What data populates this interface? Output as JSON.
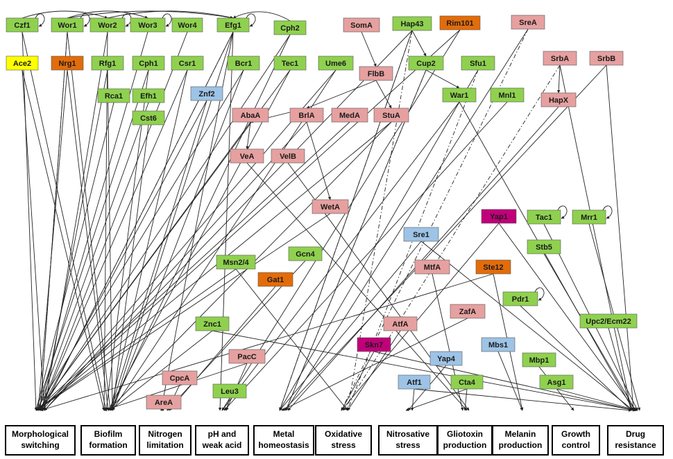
{
  "colors": {
    "green": "#8fd14f",
    "pink": "#e6a0a0",
    "blue": "#9dc3e6",
    "orange": "#e36c0a",
    "magenta": "#c0007a",
    "yellow": "#ffff00",
    "edge": "#222222"
  },
  "outputs": [
    {
      "id": "morph",
      "lines": [
        "Morphological",
        "switching"
      ]
    },
    {
      "id": "biofilm",
      "lines": [
        "Biofilm",
        "formation"
      ]
    },
    {
      "id": "nitrogen",
      "lines": [
        "Nitrogen",
        "limitation"
      ]
    },
    {
      "id": "ph",
      "lines": [
        "pH and",
        "weak acid"
      ]
    },
    {
      "id": "metal",
      "lines": [
        "Metal",
        "homeostasis"
      ]
    },
    {
      "id": "oxid",
      "lines": [
        "Oxidative",
        "stress"
      ]
    },
    {
      "id": "nitros",
      "lines": [
        "Nitrosative",
        "stress"
      ]
    },
    {
      "id": "glio",
      "lines": [
        "Gliotoxin",
        "production"
      ]
    },
    {
      "id": "melanin",
      "lines": [
        "Melanin",
        "production"
      ]
    },
    {
      "id": "growth",
      "lines": [
        "Growth",
        "control"
      ]
    },
    {
      "id": "drug",
      "lines": [
        "Drug",
        "resistance"
      ]
    }
  ],
  "nodes": [
    {
      "id": "Czf1",
      "label": "Czf1",
      "color": "green"
    },
    {
      "id": "Wor1",
      "label": "Wor1",
      "color": "green"
    },
    {
      "id": "Wor2",
      "label": "Wor2",
      "color": "green"
    },
    {
      "id": "Wor3",
      "label": "Wor3",
      "color": "green"
    },
    {
      "id": "Wor4",
      "label": "Wor4",
      "color": "green"
    },
    {
      "id": "Efg1",
      "label": "Efg1",
      "color": "green"
    },
    {
      "id": "Cph2",
      "label": "Cph2",
      "color": "green"
    },
    {
      "id": "Ace2",
      "label": "Ace2",
      "color": "yellow"
    },
    {
      "id": "Nrg1",
      "label": "Nrg1",
      "color": "orange"
    },
    {
      "id": "Rfg1",
      "label": "Rfg1",
      "color": "green"
    },
    {
      "id": "Cph1",
      "label": "Cph1",
      "color": "green"
    },
    {
      "id": "Csr1",
      "label": "Csr1",
      "color": "green"
    },
    {
      "id": "Bcr1",
      "label": "Bcr1",
      "color": "green"
    },
    {
      "id": "Tec1",
      "label": "Tec1",
      "color": "green"
    },
    {
      "id": "Ume6",
      "label": "Ume6",
      "color": "green"
    },
    {
      "id": "Rca1",
      "label": "Rca1",
      "color": "green"
    },
    {
      "id": "Efh1",
      "label": "Efh1",
      "color": "green"
    },
    {
      "id": "Znf2",
      "label": "Znf2",
      "color": "blue"
    },
    {
      "id": "Cst6",
      "label": "Cst6",
      "color": "green"
    },
    {
      "id": "SomA",
      "label": "SomA",
      "color": "pink"
    },
    {
      "id": "Hap43",
      "label": "Hap43",
      "color": "green"
    },
    {
      "id": "Rim101",
      "label": "Rim101",
      "color": "orange"
    },
    {
      "id": "SreA",
      "label": "SreA",
      "color": "pink"
    },
    {
      "id": "FlbB",
      "label": "FlbB",
      "color": "pink"
    },
    {
      "id": "Cup2",
      "label": "Cup2",
      "color": "green"
    },
    {
      "id": "Sfu1",
      "label": "Sfu1",
      "color": "green"
    },
    {
      "id": "SrbA",
      "label": "SrbA",
      "color": "pink"
    },
    {
      "id": "SrbB",
      "label": "SrbB",
      "color": "pink"
    },
    {
      "id": "War1",
      "label": "War1",
      "color": "green"
    },
    {
      "id": "Mnl1",
      "label": "Mnl1",
      "color": "green"
    },
    {
      "id": "HapX",
      "label": "HapX",
      "color": "pink"
    },
    {
      "id": "AbaA",
      "label": "AbaA",
      "color": "pink"
    },
    {
      "id": "BrlA",
      "label": "BrlA",
      "color": "pink"
    },
    {
      "id": "MedA",
      "label": "MedA",
      "color": "pink"
    },
    {
      "id": "StuA",
      "label": "StuA",
      "color": "pink"
    },
    {
      "id": "VeA",
      "label": "VeA",
      "color": "pink"
    },
    {
      "id": "VelB",
      "label": "VelB",
      "color": "pink"
    },
    {
      "id": "WetA",
      "label": "WetA",
      "color": "pink"
    },
    {
      "id": "Yap1",
      "label": "Yap1",
      "color": "magenta"
    },
    {
      "id": "Tac1",
      "label": "Tac1",
      "color": "green"
    },
    {
      "id": "Mrr1",
      "label": "Mrr1",
      "color": "green"
    },
    {
      "id": "Sre1",
      "label": "Sre1",
      "color": "blue"
    },
    {
      "id": "Stb5",
      "label": "Stb5",
      "color": "green"
    },
    {
      "id": "Gcn4",
      "label": "Gcn4",
      "color": "green"
    },
    {
      "id": "Msn24",
      "label": "Msn2/4",
      "color": "green"
    },
    {
      "id": "MtfA",
      "label": "MtfA",
      "color": "pink"
    },
    {
      "id": "Ste12",
      "label": "Ste12",
      "color": "orange"
    },
    {
      "id": "Gat1",
      "label": "Gat1",
      "color": "orange"
    },
    {
      "id": "Pdr1",
      "label": "Pdr1",
      "color": "green"
    },
    {
      "id": "ZafA",
      "label": "ZafA",
      "color": "pink"
    },
    {
      "id": "Znc1",
      "label": "Znc1",
      "color": "green"
    },
    {
      "id": "AtfA",
      "label": "AtfA",
      "color": "pink"
    },
    {
      "id": "Upc2",
      "label": "Upc2/Ecm22",
      "color": "green"
    },
    {
      "id": "Skn7",
      "label": "Skn7",
      "color": "magenta"
    },
    {
      "id": "Mbs1",
      "label": "Mbs1",
      "color": "blue"
    },
    {
      "id": "PacC",
      "label": "PacC",
      "color": "pink"
    },
    {
      "id": "Mbp1",
      "label": "Mbp1",
      "color": "green"
    },
    {
      "id": "Yap4",
      "label": "Yap4",
      "color": "blue"
    },
    {
      "id": "CpcA",
      "label": "CpcA",
      "color": "pink"
    },
    {
      "id": "Atf1",
      "label": "Atf1",
      "color": "blue"
    },
    {
      "id": "Cta4",
      "label": "Cta4",
      "color": "green"
    },
    {
      "id": "Asg1",
      "label": "Asg1",
      "color": "green"
    },
    {
      "id": "Leu3",
      "label": "Leu3",
      "color": "green"
    },
    {
      "id": "AreA",
      "label": "AreA",
      "color": "pink"
    }
  ],
  "edges": [
    [
      "Czf1",
      "morph"
    ],
    [
      "Czf1",
      "biofilm"
    ],
    [
      "Wor1",
      "morph"
    ],
    [
      "Wor1",
      "biofilm"
    ],
    [
      "Wor2",
      "morph"
    ],
    [
      "Wor2",
      "biofilm"
    ],
    [
      "Wor3",
      "morph"
    ],
    [
      "Wor4",
      "morph"
    ],
    [
      "Efg1",
      "morph"
    ],
    [
      "Efg1",
      "biofilm"
    ],
    [
      "Efg1",
      "nitrogen"
    ],
    [
      "Efg1",
      "ph"
    ],
    [
      "Cph2",
      "morph"
    ],
    [
      "Cph2",
      "biofilm"
    ],
    [
      "Ace2",
      "morph"
    ],
    [
      "Ace2",
      "biofilm"
    ],
    [
      "Nrg1",
      "morph"
    ],
    [
      "Nrg1",
      "biofilm"
    ],
    [
      "Rfg1",
      "morph"
    ],
    [
      "Rfg1",
      "biofilm"
    ],
    [
      "Cph1",
      "morph"
    ],
    [
      "Cph1",
      "biofilm"
    ],
    [
      "Csr1",
      "morph"
    ],
    [
      "Csr1",
      "biofilm"
    ],
    [
      "Bcr1",
      "biofilm"
    ],
    [
      "Bcr1",
      "morph"
    ],
    [
      "Tec1",
      "morph"
    ],
    [
      "Tec1",
      "biofilm"
    ],
    [
      "Ume6",
      "morph"
    ],
    [
      "Ume6",
      "biofilm"
    ],
    [
      "Rca1",
      "morph"
    ],
    [
      "Efh1",
      "morph"
    ],
    [
      "Znf2",
      "morph"
    ],
    [
      "Znf2",
      "biofilm"
    ],
    [
      "Cst6",
      "biofilm"
    ],
    [
      "SomA",
      "FlbB"
    ],
    [
      "FlbB",
      "StuA"
    ],
    [
      "FlbB",
      "BrlA"
    ],
    [
      "Hap43",
      "Cup2"
    ],
    [
      "Hap43",
      "morph"
    ],
    [
      "Hap43",
      "metal"
    ],
    [
      "Rim101",
      "morph"
    ],
    [
      "Rim101",
      "ph"
    ],
    [
      "SreA",
      "metal"
    ],
    [
      "SrbA",
      "HapX"
    ],
    [
      "SrbA",
      "drug"
    ],
    [
      "SrbB",
      "drug"
    ],
    [
      "SrbB",
      "metal"
    ],
    [
      "Cup2",
      "metal"
    ],
    [
      "Cup2",
      "War1"
    ],
    [
      "Sfu1",
      "metal"
    ],
    [
      "War1",
      "drug"
    ],
    [
      "War1",
      "ph"
    ],
    [
      "Mnl1",
      "ph"
    ],
    [
      "HapX",
      "metal"
    ],
    [
      "AbaA",
      "VeA"
    ],
    [
      "AbaA",
      "morph"
    ],
    [
      "BrlA",
      "AbaA"
    ],
    [
      "BrlA",
      "WetA"
    ],
    [
      "BrlA",
      "morph"
    ],
    [
      "MedA",
      "morph"
    ],
    [
      "StuA",
      "morph"
    ],
    [
      "StuA",
      "biofilm"
    ],
    [
      "VeA",
      "glio"
    ],
    [
      "VelB",
      "glio"
    ],
    [
      "WetA",
      "morph"
    ],
    [
      "Yap1",
      "oxid"
    ],
    [
      "Yap1",
      "drug"
    ],
    [
      "Tac1",
      "drug"
    ],
    [
      "Mrr1",
      "drug"
    ],
    [
      "Sre1",
      "metal"
    ],
    [
      "Sre1",
      "drug"
    ],
    [
      "Stb5",
      "drug"
    ],
    [
      "Gcn4",
      "nitrogen"
    ],
    [
      "Msn24",
      "oxid"
    ],
    [
      "Msn24",
      "morph"
    ],
    [
      "MtfA",
      "glio"
    ],
    [
      "Ste12",
      "morph"
    ],
    [
      "Ste12",
      "melanin"
    ],
    [
      "Gat1",
      "nitrogen"
    ],
    [
      "Pdr1",
      "drug"
    ],
    [
      "ZafA",
      "metal"
    ],
    [
      "Znc1",
      "drug"
    ],
    [
      "Znc1",
      "biofilm"
    ],
    [
      "AtfA",
      "oxid"
    ],
    [
      "Upc2",
      "drug"
    ],
    [
      "Skn7",
      "oxid"
    ],
    [
      "Skn7",
      "drug"
    ],
    [
      "Mbs1",
      "melanin"
    ],
    [
      "PacC",
      "ph"
    ],
    [
      "PacC",
      "biofilm"
    ],
    [
      "Mbp1",
      "growth"
    ],
    [
      "Yap4",
      "nitros"
    ],
    [
      "CpcA",
      "nitrogen"
    ],
    [
      "Atf1",
      "nitros"
    ],
    [
      "Atf1",
      "drug"
    ],
    [
      "Cta4",
      "nitros"
    ],
    [
      "Cta4",
      "glio"
    ],
    [
      "Asg1",
      "drug"
    ],
    [
      "Leu3",
      "ph"
    ],
    [
      "AreA",
      "nitrogen"
    ]
  ],
  "dashed_edges": [
    [
      "Wor1",
      "morph"
    ],
    [
      "Efg1",
      "morph"
    ],
    [
      "Hap43",
      "oxid"
    ],
    [
      "Hap43",
      "metal"
    ],
    [
      "SreA",
      "oxid"
    ],
    [
      "SrbA",
      "oxid"
    ],
    [
      "Cup2",
      "metal"
    ],
    [
      "Sfu1",
      "oxid"
    ]
  ],
  "self_loops": [
    "Czf1",
    "Wor1",
    "Wor2",
    "Wor3",
    "Efg1",
    "Tac1",
    "Mrr1",
    "Pdr1"
  ]
}
